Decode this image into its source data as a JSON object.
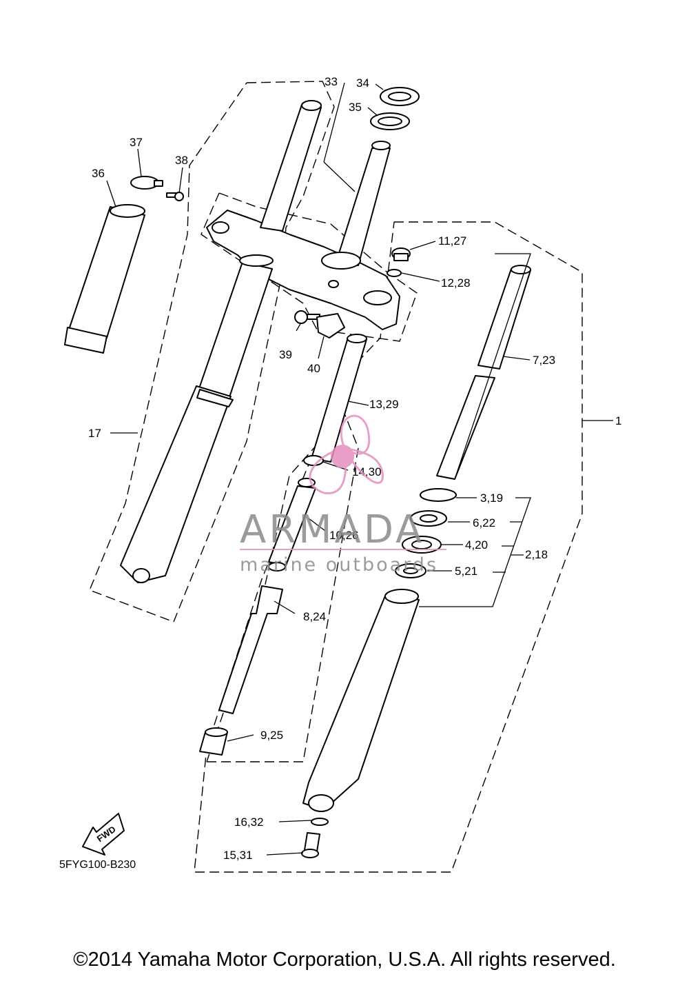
{
  "diagram": {
    "code": "5FYG100-B230",
    "fwd_label": "FWD",
    "callouts": [
      "1",
      "2,18",
      "3,19",
      "4,20",
      "5,21",
      "6,22",
      "7,23",
      "8,24",
      "9,25",
      "10,26",
      "11,27",
      "12,28",
      "13,29",
      "14,30",
      "15,31",
      "16,32",
      "17",
      "33",
      "34",
      "35",
      "36",
      "37",
      "38",
      "39",
      "40"
    ]
  },
  "watermark": {
    "brand": "ARMADA",
    "tagline": "marine outboards"
  },
  "footer": {
    "copyright": "©2014 Yamaha Motor Corporation, U.S.A. All rights reserved."
  }
}
